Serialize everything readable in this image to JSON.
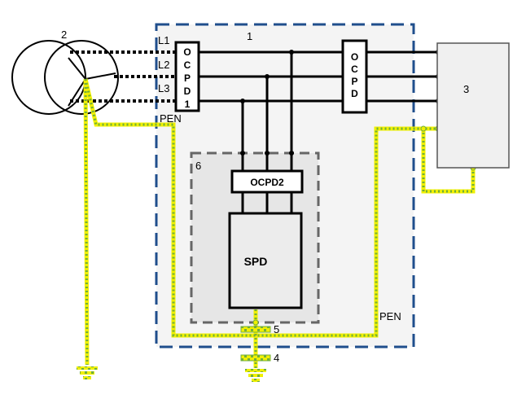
{
  "labels": {
    "transformer_no": "2",
    "main_board_no": "1",
    "load_no": "3",
    "sub_board_no": "6",
    "earth_bar_no": "5",
    "earth_electrode_no": "4",
    "line1": "L1",
    "line2": "L2",
    "line3": "L3",
    "pen_left": "PEN",
    "pen_right": "PEN"
  },
  "ocpd1_letters": [
    "O",
    "C",
    "P",
    "D",
    "1"
  ],
  "ocpd_letters": [
    "O",
    "C",
    "P",
    "D"
  ],
  "ocpd2_label": "OCPD2",
  "spd_label": "SPD",
  "colors": {
    "board_border": "#1f4e8c",
    "sub_border": "#666666",
    "board_fill": "#f4f4f4",
    "pen_yellow": "#f0f000",
    "pen_green": "#6fae3c",
    "conductor": "#000000"
  }
}
